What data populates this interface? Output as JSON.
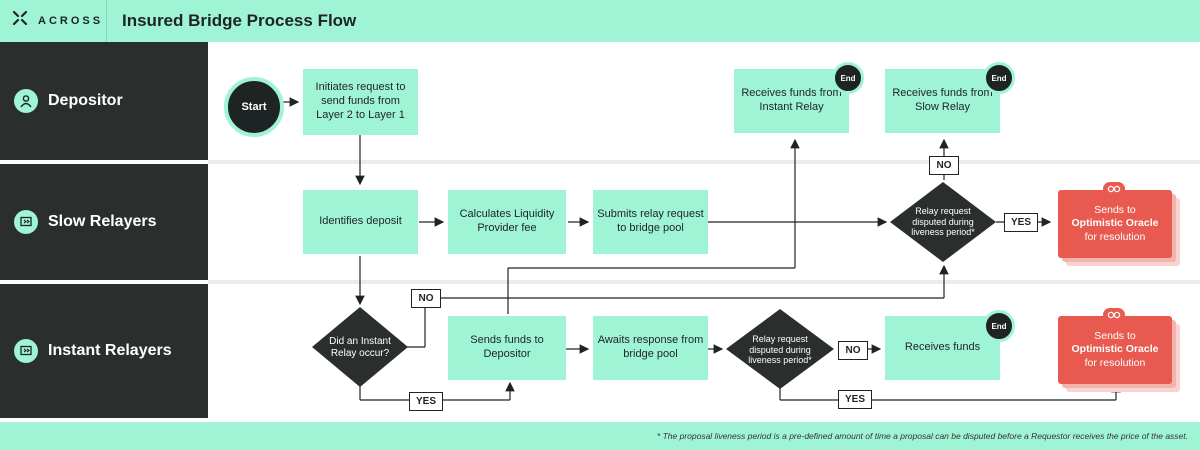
{
  "header": {
    "logo_text": "ACROSS",
    "title": "Insured Bridge Process Flow"
  },
  "lanes": [
    {
      "label": "Depositor",
      "icon": "user-icon"
    },
    {
      "label": "Slow Relayers",
      "icon": "relay-icon"
    },
    {
      "label": "Instant Relayers",
      "icon": "relay-icon"
    }
  ],
  "nodes": {
    "start": "Start",
    "initiate": "Initiates request to send funds from Layer 2 to Layer 1",
    "receive_instant": "Receives funds from Instant Relay",
    "receive_slow": "Receives funds from Slow Relay",
    "identify": "Identifies deposit",
    "calc_fee": "Calculates Liquidity Provider fee",
    "submit_relay": "Submits relay request to bridge pool",
    "slow_decision": "Relay request disputed during liveness period*",
    "instant_decision": "Did an Instant Relay occur?",
    "send_funds": "Sends funds to Depositor",
    "await_response": "Awaits response from bridge pool",
    "instant_dispute": "Relay request disputed during liveness period*",
    "receives_funds": "Receives funds",
    "end": "End"
  },
  "oracle": {
    "line1": "Sends to",
    "line2": "Optimistic Oracle",
    "line3": "for resolution"
  },
  "tags": {
    "no": "NO",
    "yes": "YES"
  },
  "footer": {
    "footnote": "* The proposal liveness period is a pre-defined amount of time a proposal can be disputed before a Requestor receives the price of the asset."
  },
  "colors": {
    "mint": "#9ff4d6",
    "dark": "#2a2e2d",
    "red": "#e85a4f"
  }
}
